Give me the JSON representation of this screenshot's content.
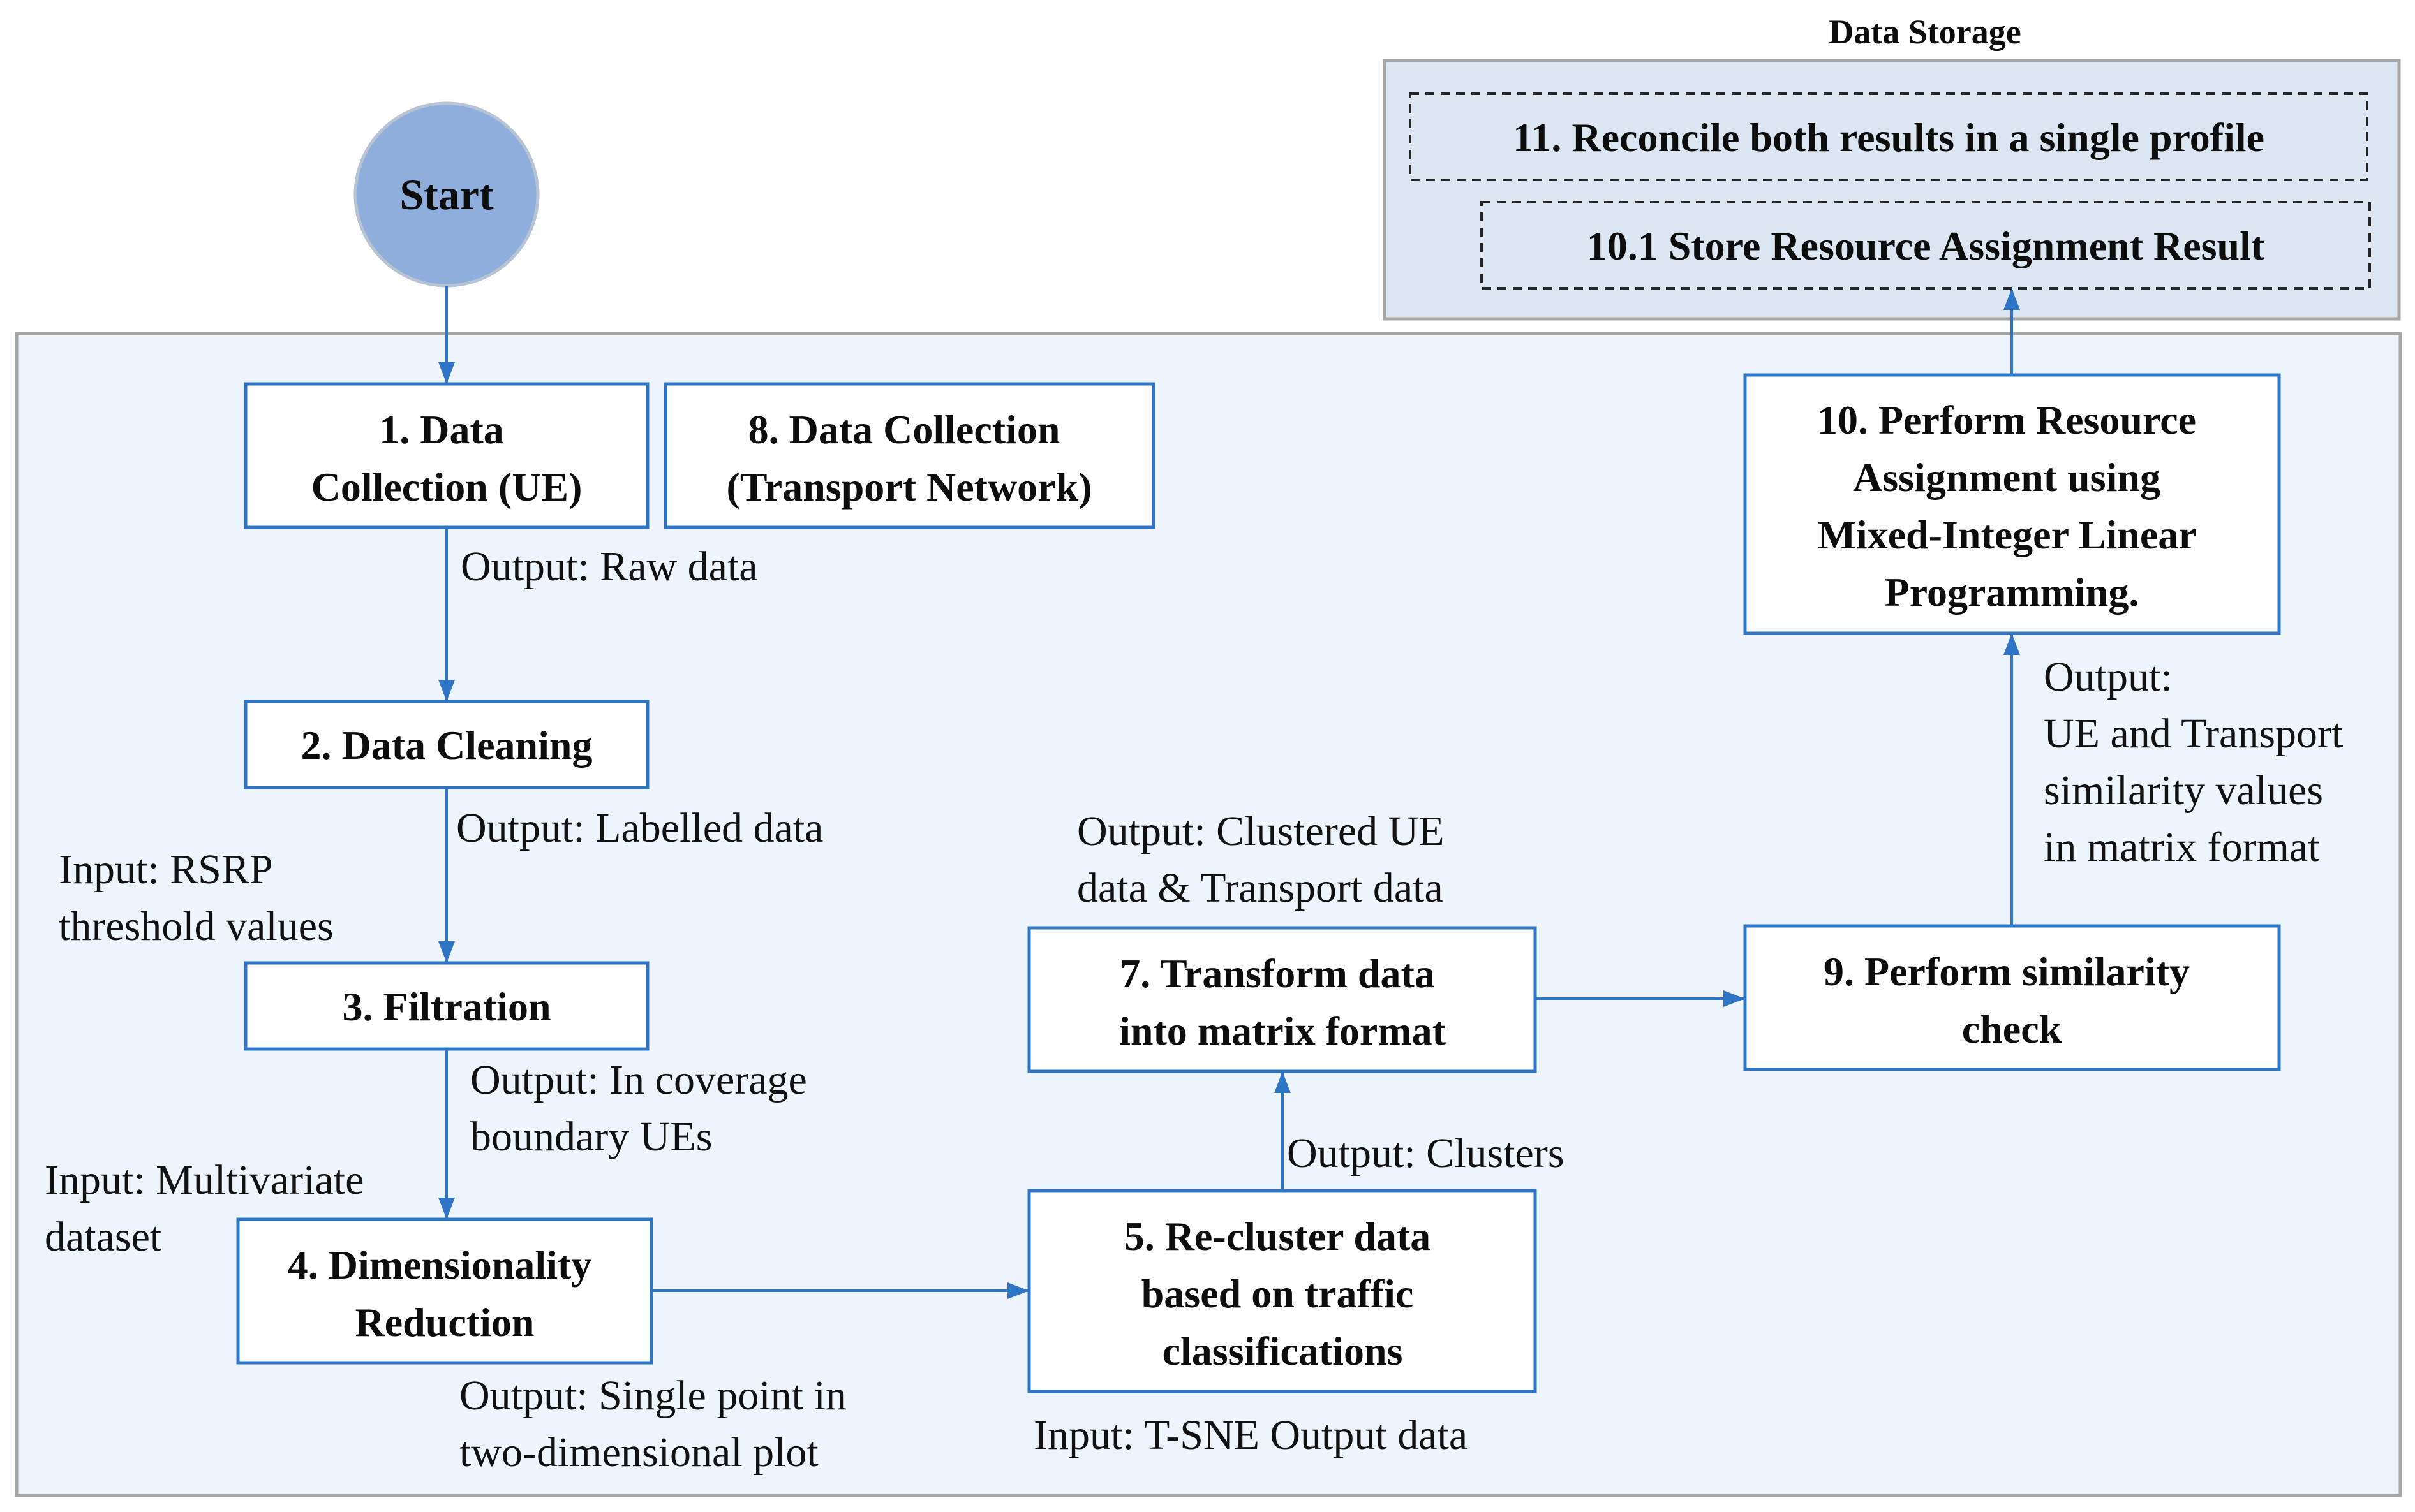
{
  "start": {
    "label": "Start"
  },
  "storage": {
    "title": "Data Storage",
    "reconcile": "11. Reconcile both results in a single profile",
    "store_result": "10.1 Store Resource Assignment Result"
  },
  "steps": {
    "s1": [
      "1. Data",
      "Collection (UE)"
    ],
    "s8": [
      "8. Data Collection",
      "(Transport Network)"
    ],
    "s2": [
      "2. Data Cleaning"
    ],
    "s3": [
      "3. Filtration"
    ],
    "s4": [
      "4. Dimensionality",
      "Reduction"
    ],
    "s5": [
      "5. Re-cluster data",
      "based on traffic",
      "classifications"
    ],
    "s7": [
      "7. Transform data",
      "into matrix format"
    ],
    "s9": [
      "9. Perform similarity",
      "check"
    ],
    "s10": [
      "10. Perform Resource",
      "Assignment using",
      "Mixed-Integer Linear",
      "Programming."
    ]
  },
  "notes": {
    "out_raw": [
      "Output: Raw data"
    ],
    "out_labelled": [
      "Output: Labelled data"
    ],
    "in_rsrp": [
      "Input: RSRP",
      "threshold values"
    ],
    "out_coverage": [
      "Output: In coverage",
      "boundary UEs"
    ],
    "in_multivariate": [
      "Input: Multivariate",
      "dataset"
    ],
    "out_single_point": [
      "Output: Single point in",
      "two-dimensional plot"
    ],
    "in_tsne": [
      "Input: T-SNE Output data"
    ],
    "out_clusters": [
      "Output: Clusters"
    ],
    "out_clustered": [
      "Output: Clustered UE",
      "data & Transport data"
    ],
    "out_similarity": [
      "Output:",
      "UE and Transport",
      "similarity  values",
      "in matrix format"
    ]
  },
  "colors": {
    "panel_fill": "#eef4fb",
    "panel_border": "#a6a6a6",
    "storage_fill": "#dce6f2",
    "box_border": "#2e75c6",
    "box_fill": "#ffffff",
    "arrow": "#2e75c6",
    "start_fill": "#8faedc",
    "start_border": "#b7c3d3"
  }
}
